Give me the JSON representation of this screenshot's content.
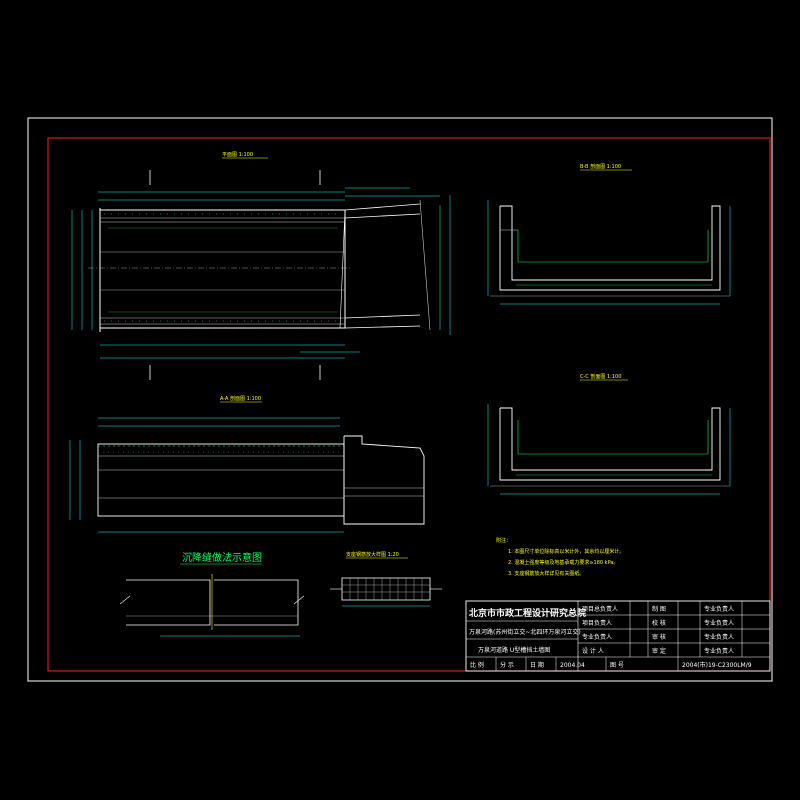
{
  "views": {
    "plan": {
      "title": "平面图 1:100"
    },
    "section_aa": {
      "title": "A-A 剖面图 1:100"
    },
    "section_bb": {
      "title": "B-B 剖面图 1:100"
    },
    "section_cc": {
      "title": "C-C 剖面图 1:100"
    },
    "settlement": {
      "title": "沉降缝做法示意图"
    },
    "bearing": {
      "title": "支座钢筋放大样图 1:20"
    }
  },
  "notes": {
    "heading": "附注：",
    "items": [
      "1. 本图尺寸单位除标高以米计外，其余均以厘米计。",
      "2. 混凝土强度等级及地基承载力要求≥180 kPa。",
      "3. 支座钢筋放大样详见有关图纸。"
    ]
  },
  "title_block": {
    "institute": "北京市市政工程设计研究总院",
    "project": "万泉河路(苏州街立交~北四环万泉河立交)",
    "drawing": "万泉河道路 U型槽挡土墙图",
    "roles_left": [
      "项目总负责人",
      "项目负责人",
      "专业负责人",
      "设 计 人"
    ],
    "roles_mid": [
      "制 图",
      "校 核",
      "审 核",
      "审 定"
    ],
    "roles_right": [
      "专业负责人",
      "专业负责人",
      "专业负责人",
      "专业负责人"
    ],
    "bottom": [
      "比 例",
      "分 示",
      "日 期",
      "2004.04",
      "图 号",
      "2004(市)19-C2300LM/9"
    ]
  },
  "colors": {
    "outline": "#ffffff",
    "structure": "#c8c8c8",
    "dimension": "#00ffff",
    "rebar": "#00ff66",
    "annotation": "#ffff00",
    "border": "#ff2020"
  }
}
